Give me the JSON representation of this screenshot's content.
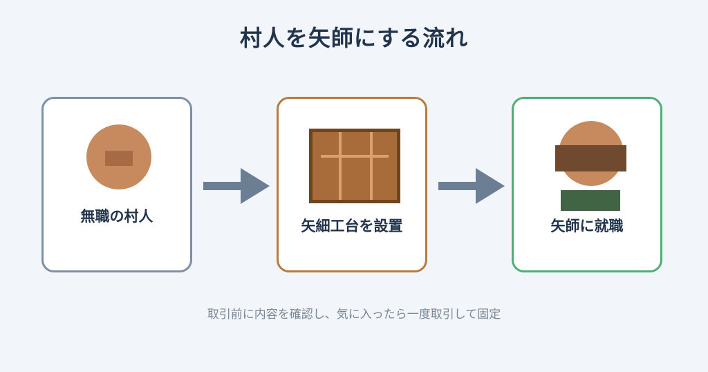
{
  "title": "村人を矢師にする流れ",
  "steps": [
    {
      "label": "無職の村人",
      "icon": "villager-icon"
    },
    {
      "label": "矢細工台を設置",
      "icon": "fletching-table-icon"
    },
    {
      "label": "矢師に就職",
      "icon": "fletcher-icon"
    }
  ],
  "footnote": "取引前に内容を確認し、気に入ったら一度取引して固定",
  "colors": {
    "background": "#f2f5fa",
    "title": "#22344c",
    "step1_border": "#7f8fa6",
    "step2_border": "#b77b3c",
    "step3_border": "#4fae74",
    "arrow": "#6b7e93",
    "skin": "#c78a5e",
    "wood": "#a86b3a",
    "robe": "#416544"
  }
}
